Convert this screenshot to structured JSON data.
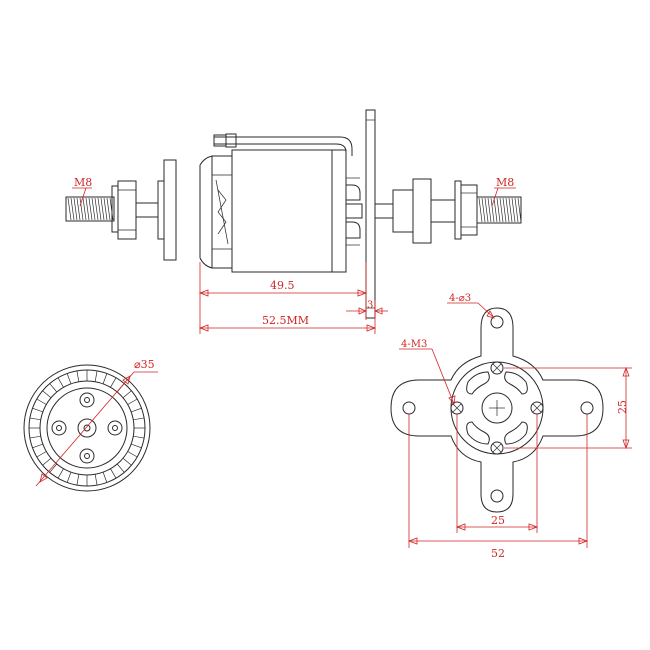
{
  "labels": {
    "thread_left": "M8",
    "thread_right": "M8",
    "dim_body_length": "49.5",
    "dim_mount_thickness": "3",
    "dim_total_length": "52.5MM",
    "dim_diameter": "⌀35",
    "dim_mount_holes": "4-⌀3",
    "dim_motor_screws": "4-M3",
    "dim_height_25": "25",
    "dim_width_25": "25",
    "dim_width_52": "52"
  },
  "colors": {
    "line": "#2a2a2a",
    "dimension": "#d22424",
    "background": "#ffffff"
  }
}
